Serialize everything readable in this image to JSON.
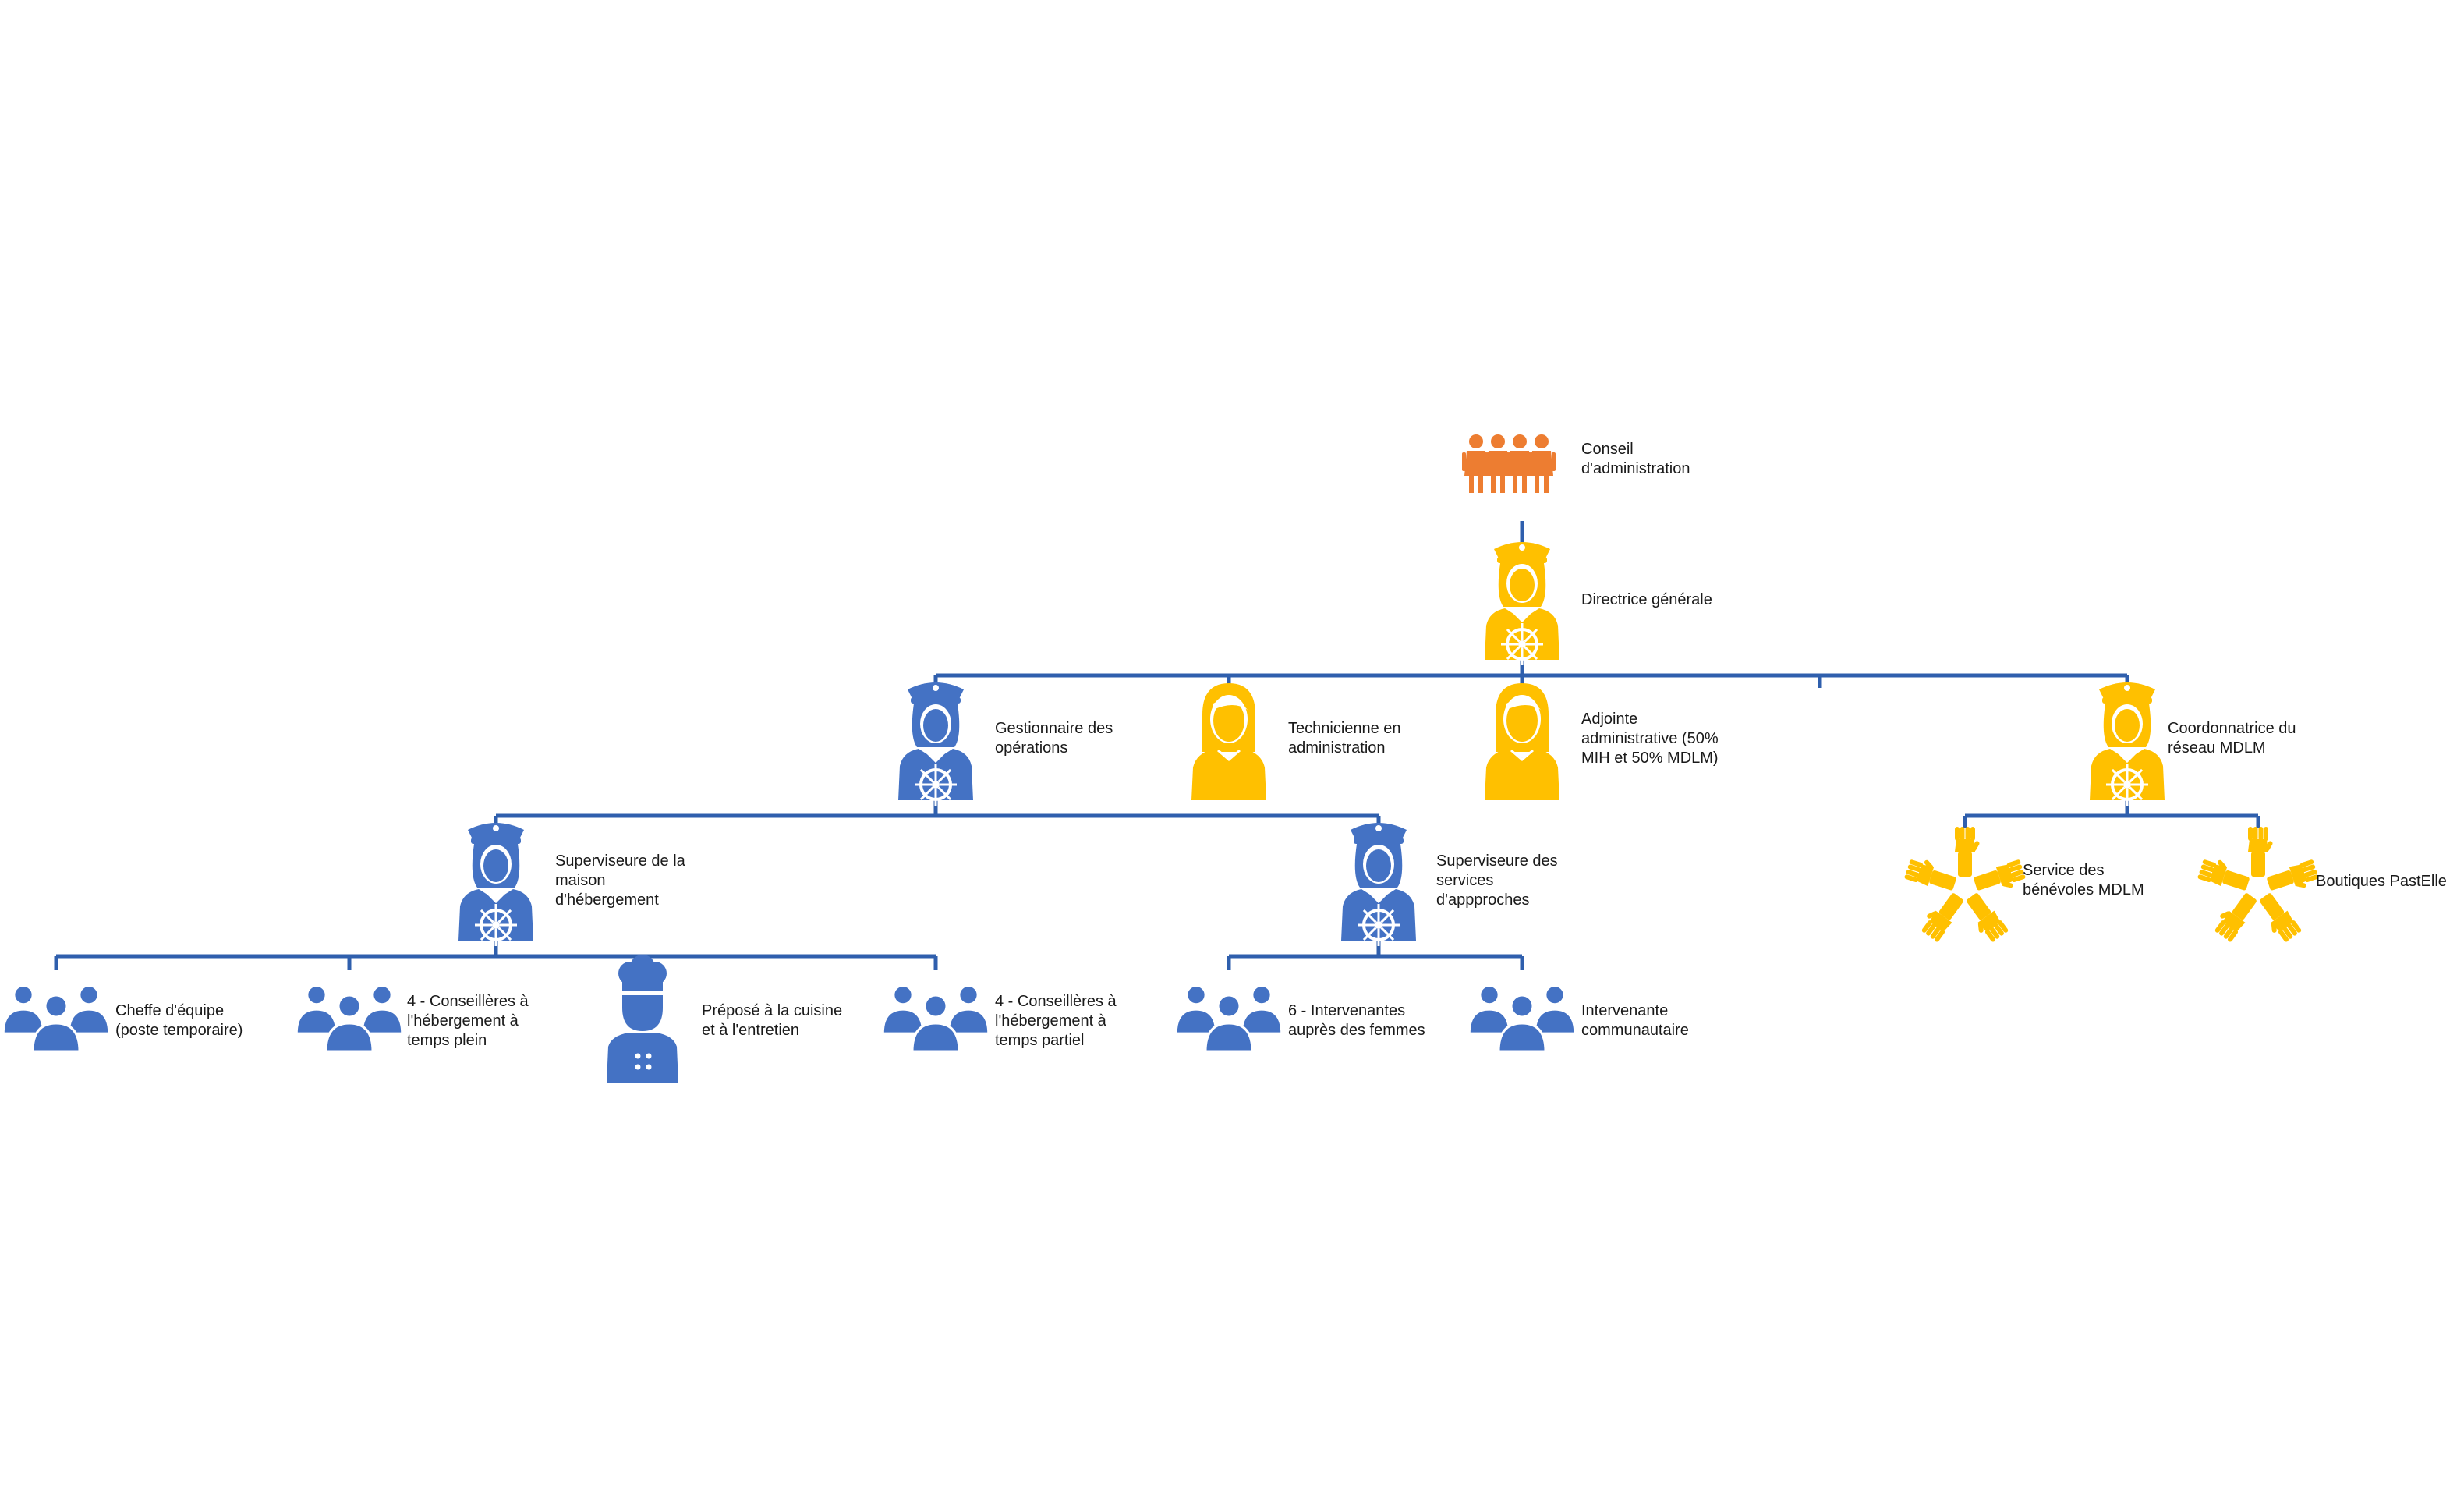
{
  "colors": {
    "connector": "#2f5fad",
    "blue": "#4472c4",
    "gold": "#ffc000",
    "orange": "#ed7d31",
    "text": "#1a1a1a"
  },
  "nodes": [
    {
      "id": "conseil",
      "icon": "board-group-icon",
      "color": "orange",
      "lines": [
        "Conseil",
        "d'administration"
      ]
    },
    {
      "id": "directrice",
      "icon": "captain-woman-icon",
      "color": "gold",
      "lines": [
        "Directrice générale"
      ]
    },
    {
      "id": "gestionnaire",
      "icon": "captain-woman-icon",
      "color": "blue",
      "lines": [
        "Gestionnaire des",
        "opérations"
      ]
    },
    {
      "id": "technicienne",
      "icon": "woman-icon",
      "color": "gold",
      "lines": [
        "Technicienne en",
        "administration"
      ]
    },
    {
      "id": "adjointe",
      "icon": "woman-icon",
      "color": "gold",
      "lines": [
        "Adjointe",
        "administrative (50%",
        "MIH et 50% MDLM)"
      ]
    },
    {
      "id": "coordonnatrice",
      "icon": "captain-woman-icon",
      "color": "gold",
      "lines": [
        "Coordonnatrice du",
        "réseau MDLM"
      ]
    },
    {
      "id": "superviseure-maison",
      "icon": "captain-woman-icon",
      "color": "blue",
      "lines": [
        "Superviseure de la",
        "maison",
        "d'hébergement"
      ]
    },
    {
      "id": "superviseure-services",
      "icon": "captain-woman-icon",
      "color": "blue",
      "lines": [
        "Superviseure des",
        "services",
        "d'appproches"
      ]
    },
    {
      "id": "cheffe",
      "icon": "team-group-icon",
      "color": "blue",
      "lines": [
        "Cheffe d'équipe",
        "(poste temporaire)"
      ]
    },
    {
      "id": "conseilleres-plein",
      "icon": "team-group-icon",
      "color": "blue",
      "lines": [
        "4 - Conseillères à",
        "l'hébergement à",
        "temps plein"
      ]
    },
    {
      "id": "prepose",
      "icon": "chef-icon",
      "color": "blue",
      "lines": [
        "Préposé à  la cuisine",
        "et à l'entretien"
      ]
    },
    {
      "id": "conseilleres-partiel",
      "icon": "team-group-icon",
      "color": "blue",
      "lines": [
        "4 - Conseillères à",
        "l'hébergement à",
        "temps partiel"
      ]
    },
    {
      "id": "intervenantes",
      "icon": "team-group-icon",
      "color": "blue",
      "lines": [
        "6 - Intervenantes",
        "auprès des femmes"
      ]
    },
    {
      "id": "intervenante-comm",
      "icon": "team-group-icon",
      "color": "blue",
      "lines": [
        "Intervenante",
        "communautaire"
      ]
    },
    {
      "id": "benevoles",
      "icon": "hands-circle-icon",
      "color": "gold",
      "lines": [
        "Service des",
        "bénévoles MDLM"
      ]
    },
    {
      "id": "boutiques",
      "icon": "hands-circle-icon",
      "color": "gold",
      "lines": [
        "Boutiques PastElle"
      ]
    }
  ]
}
